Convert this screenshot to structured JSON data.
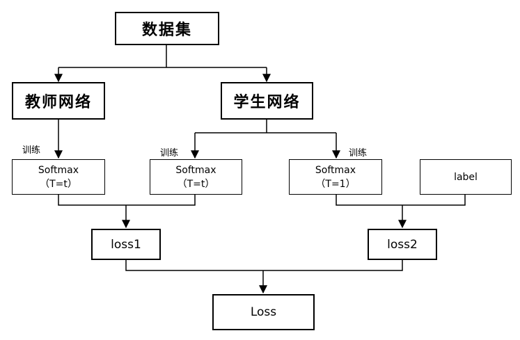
{
  "nodes": {
    "dataset": "数据集",
    "teacher": "教师网络",
    "student": "学生网络",
    "softmax_teacher": {
      "line1": "Softmax",
      "line2": "（T=t）"
    },
    "softmax_student_t": {
      "line1": "Softmax",
      "line2": "（T=t）"
    },
    "softmax_student_1": {
      "line1": "Softmax",
      "line2": "（T=1）"
    },
    "label": "label",
    "loss1": "loss1",
    "loss2": "loss2",
    "loss_total": "Loss"
  },
  "edge_labels": {
    "teacher_train": "训练",
    "student_train_t": "训练",
    "student_train_1": "训练"
  }
}
